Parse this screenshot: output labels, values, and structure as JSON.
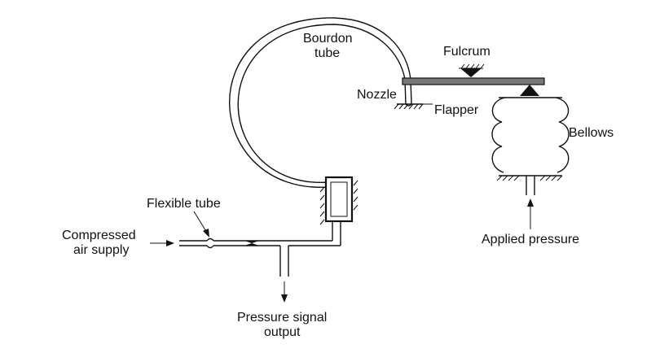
{
  "labels": {
    "bourdon_line1": "Bourdon",
    "bourdon_line2": "tube",
    "fulcrum": "Fulcrum",
    "nozzle": "Nozzle",
    "flapper": "Flapper",
    "bellows": "Bellows",
    "flexible_tube": "Flexible tube",
    "compressed_line1": "Compressed",
    "compressed_line2": "air supply",
    "applied_pressure": "Applied pressure",
    "output_line1": "Pressure signal",
    "output_line2": "output"
  }
}
